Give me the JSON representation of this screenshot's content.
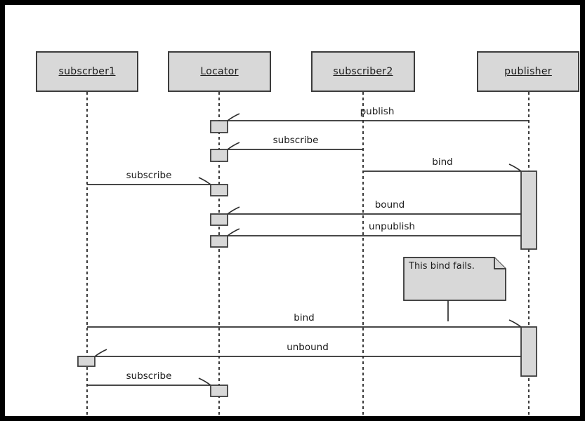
{
  "diagram": {
    "type": "uml-sequence-diagram",
    "participants": [
      {
        "name": "subscrber1"
      },
      {
        "name": "Locator"
      },
      {
        "name": "subscriber2"
      },
      {
        "name": "publisher"
      }
    ],
    "messages": [
      {
        "label": "publish",
        "from": "publisher",
        "to": "Locator"
      },
      {
        "label": "subscribe",
        "from": "subscriber2",
        "to": "Locator"
      },
      {
        "label": "bind",
        "from": "subscriber2",
        "to": "publisher"
      },
      {
        "label": "subscribe",
        "from": "subscrber1",
        "to": "Locator"
      },
      {
        "label": "bound",
        "from": "publisher",
        "to": "Locator"
      },
      {
        "label": "unpublish",
        "from": "publisher",
        "to": "Locator"
      },
      {
        "label": "bind",
        "from": "subscrber1",
        "to": "publisher"
      },
      {
        "label": "unbound",
        "from": "publisher",
        "to": "subscrber1"
      },
      {
        "label": "subscribe",
        "from": "subscrber1",
        "to": "Locator"
      }
    ],
    "note": {
      "text": "This bind fails."
    },
    "colors": {
      "background": "#ffffff",
      "frame": "#000000",
      "box_fill": "#d8d8d8",
      "box_border": "#3c3c3c",
      "line": "#2e2e2e"
    }
  }
}
